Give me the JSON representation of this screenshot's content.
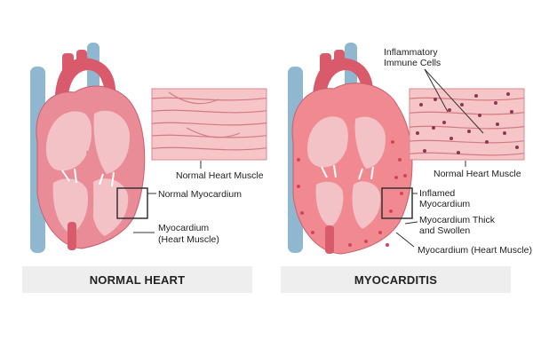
{
  "panels": {
    "normal": {
      "caption": "NORMAL HEART",
      "tissue_label": "Normal Heart Muscle",
      "callout_box_label": "Normal Myocardium",
      "wall_label_line1": "Myocardium",
      "wall_label_line2": "(Heart Muscle)"
    },
    "myocarditis": {
      "caption": "MYOCARDITIS",
      "cells_label_line1": "Inflammatory",
      "cells_label_line2": "Immune Cells",
      "tissue_label": "Normal Heart Muscle",
      "callout_box_line1": "Inflamed",
      "callout_box_line2": "Myocardium",
      "thick_line1": "Myocardium Thick",
      "thick_line2": "and Swollen",
      "wall_label": "Myocardium (Heart Muscle)"
    }
  },
  "colors": {
    "vessel_blue": "#8fb8d0",
    "aorta_red": "#d95a6a",
    "myocardium": "#e98c98",
    "chamber": "#f3c2c6",
    "tissue_bg": "#f6c5c7",
    "inflamed": "#f08a90",
    "immune_cell": "#8e3550",
    "caption_bg": "#eeeeee"
  }
}
